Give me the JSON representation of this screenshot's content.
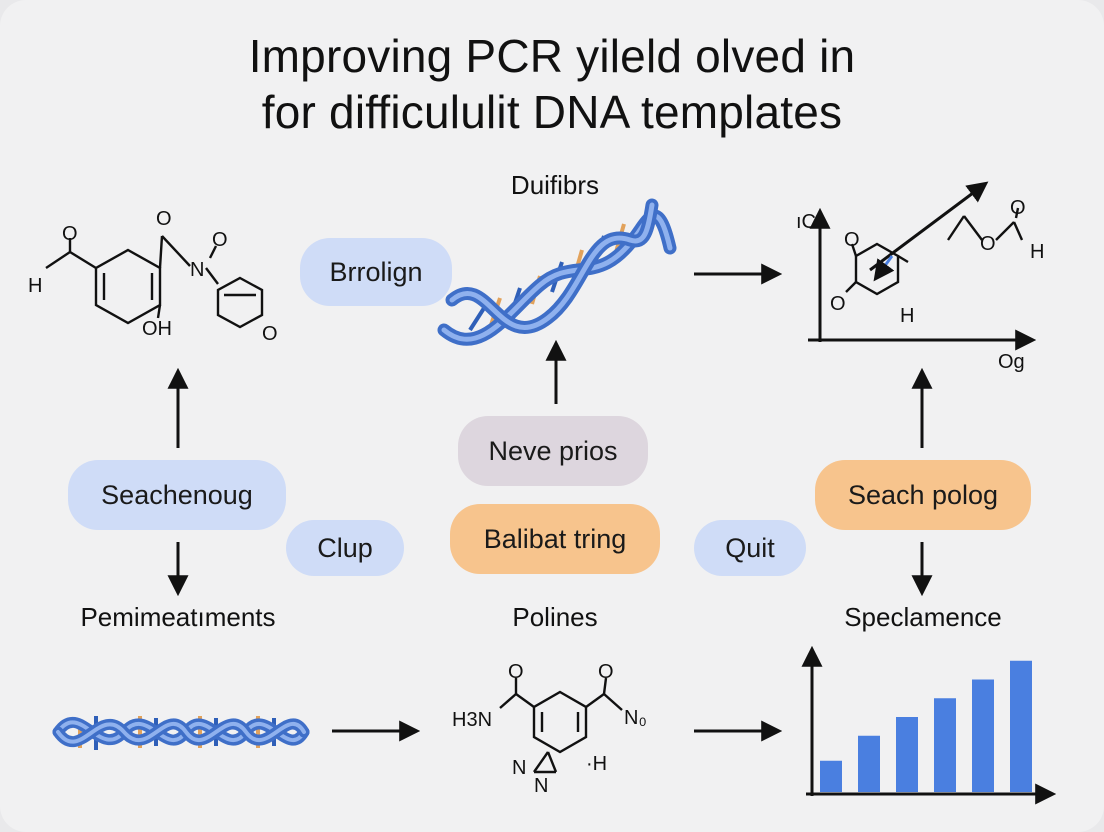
{
  "title": {
    "line1": "Improving PCR yileld olved in",
    "line2": "for difficululit DNA templates"
  },
  "pills": {
    "brrolign": "Brrolign",
    "neve_prios": "Neve prios",
    "balibat_tring": "Balibat tring",
    "seachenoug": "Seachenoug",
    "clup": "Clup",
    "quit": "Quit",
    "seach_polog": "Seach polog"
  },
  "labels": {
    "duifibrs": "Duifibrs",
    "pemimeatments": "Pemimeatıments",
    "polines": "Polines",
    "speclamence": "Speclamence"
  },
  "molecule_top_left": {
    "o_top": "O",
    "o_right": "O",
    "n": "N",
    "h_left": "H",
    "o_left": "O",
    "oh": "OH",
    "o_ring": "O"
  },
  "top_right_plot": {
    "y_axis_label": "ıC",
    "x_axis_label": "Og",
    "o1": "O",
    "o2": "O",
    "h1": "H",
    "o3": "O",
    "o4": "O",
    "h2": "H"
  },
  "molecule_bottom": {
    "h3n": "H3N",
    "o1": "O",
    "o2": "O",
    "n_o": "N₀",
    "h": "·H",
    "n1": "N",
    "n2": "N"
  },
  "colors": {
    "accent_blue": "#4a7fe0",
    "pill_blue": "#cfdcf7",
    "pill_orange": "#f7c48d",
    "pill_gray": "#ddd6de",
    "dna_dark": "#2f5fb8"
  },
  "chart_data": {
    "type": "bar",
    "categories": [
      "",
      "",
      "",
      "",
      "",
      ""
    ],
    "values": [
      2.5,
      4.5,
      6,
      7.5,
      9,
      10.5
    ],
    "title": "",
    "xlabel": "",
    "ylabel": "",
    "ylim": [
      0,
      12
    ]
  }
}
